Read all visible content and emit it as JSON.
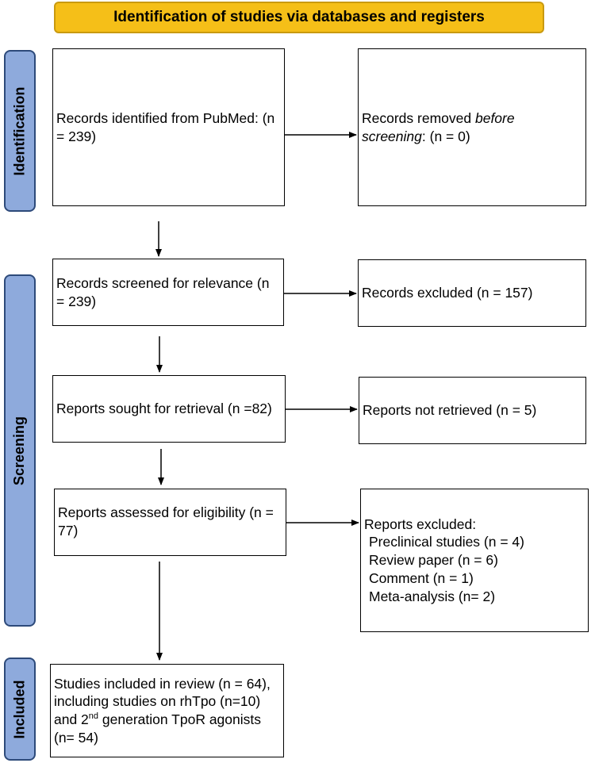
{
  "header": "Identification of studies via databases and registers",
  "phases": {
    "identification": "Identification",
    "screening": "Screening",
    "included": "Included"
  },
  "identification": {
    "records_identified": "Records identified from PubMed: (n = 239)",
    "removed_prefix": "Records removed ",
    "removed_italic": "before screening",
    "removed_suffix": ": (n = 0)"
  },
  "screening": {
    "records_screened": "Records screened for relevance (n = 239)",
    "records_excluded": "Records excluded (n = 157)",
    "reports_sought": "Reports sought for retrieval (n =82)",
    "reports_not_retrieved": "Reports not retrieved (n = 5)",
    "reports_assessed": "Reports assessed for eligibility (n = 77)",
    "reports_excluded_title": "Reports excluded:",
    "reports_excluded_items": [
      "Preclinical studies (n = 4)",
      "Review paper (n = 6)",
      "Comment (n = 1)",
      "Meta-analysis (n= 2)"
    ]
  },
  "included": {
    "text_part1": "Studies included in review (n = 64), including studies on rhTpo (n=10) and 2",
    "text_sup": "nd",
    "text_part2": " generation TpoR agonists (n= 54)"
  }
}
